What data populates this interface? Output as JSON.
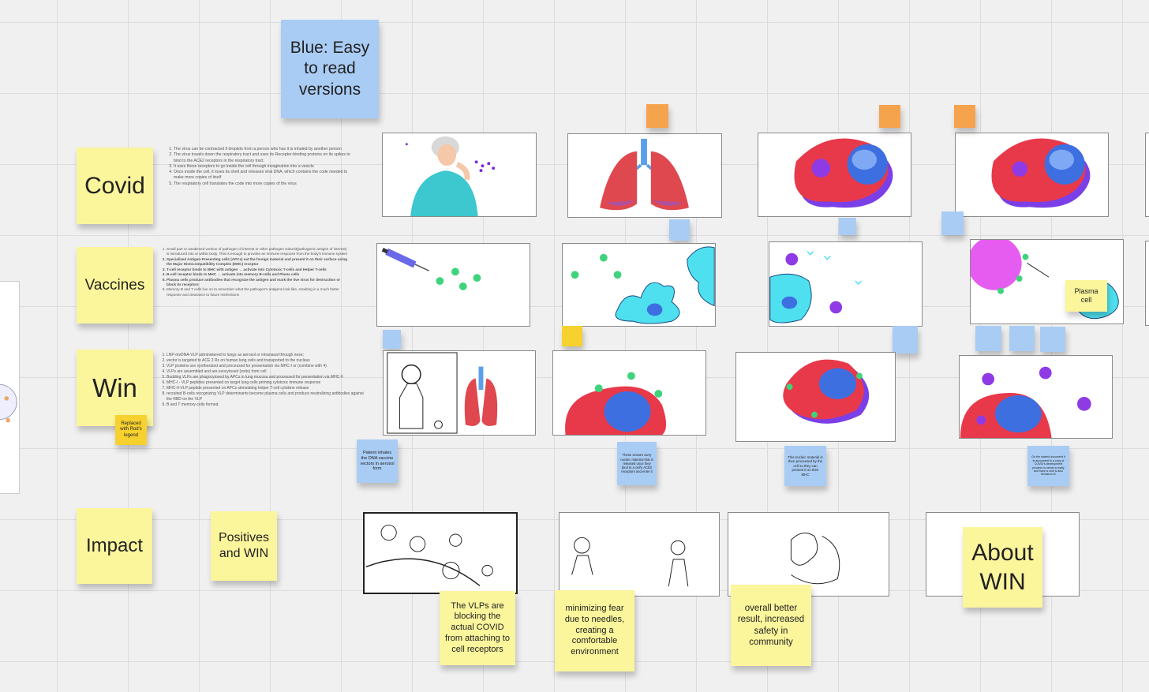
{
  "board": {
    "legend": "Blue: Easy to read versions",
    "rows": {
      "covid": "Covid",
      "vaccines": "Vaccines",
      "win": "Win",
      "impact": "Impact",
      "positives": "Positives and WIN"
    },
    "replaced_note": "Replaced with Rod's legend",
    "covid_steps": [
      "The virus can be contracted if droplets from a person who has it is inhaled by another person",
      "The virus travels down the respiratory tract and uses its Receptor-binding proteins on its spikes to bind to the ACE2 receptors in the respiratory tract.",
      "It uses these receptors to go inside the cell through invagination into a vesicle",
      "Once inside the cell, it loses its shell and releases viral DNA, which contains the code needed to make more copies of itself",
      "The respiratory cell translates the code into more copies of the virus"
    ],
    "vaccine_steps": [
      "Small part or weakened version of pathogen of interest or other pathogen subunit(pathogenic antigen of interest) is introduced into or within body. This is enough to provoke an immune response from the body's immune system",
      "Specialized Antigen-Presenting cells (APCs) eat the foreign material and present it on their surface using the Major Histocompatibility Complex (MHC) receptor",
      "T-cell receptor binds to MHC with antigen → activate into Cytotoxic T-cells and Helper T-cells",
      "B-cell receptor binds to MHC → activate into memory B-cells and Plama cells",
      "Plasma cells produce antibodies that recognize the antigen and mark the live virus for destruction or block its receptors",
      "Memory B and T cells live on to remember what the pathogen's antigens look like, resulting in a much faster response and clearance to future reinfections"
    ],
    "win_steps": [
      "LNP-mvDNA-VLP administered to lungs as aerosol or intranasal through nose;",
      "vector is targeted to ACE 2 Rs on human lung cells and transported to the nucleus",
      "VLP proteins are synthesized and processed for presentation via MHC-I or (combine with 4)",
      "VLPs are assembled and are exocytosed (exits) from cell",
      "Budding VLPs are phagocytosed by APCs in lung mucosa and processed for presentation via MHC-II",
      "MHC-I - VLP peptides presented on target lung cells priming cytotoxic immune response",
      "MHC-II-VLP peptide presented on APCs stimulating helper T-cell cytokine release",
      "recruited B-cells recognizing VLP determinants become plasma cells and produce neutralizing antibodies against the RBD on the VLP",
      "B and T memory-cells formed."
    ],
    "win_blue_notes": [
      "Patient inhales the DNA vaccine vectors in aerosol form",
      "These vectors carry nucleic material that is released once they bind to a cell's ACE2 receptors and enter it",
      "This nucleic material is then processed by the cell so they can present it on their MHC",
      "On the started document it is accounted to a copy of COVID's development process in needs a ready and have a core & also threats to B"
    ],
    "plasma_label": "Plasma cell",
    "impact_notes": [
      "The VLPs are blocking the actual COVID from attaching to cell receptors",
      "minimizing fear due to needles, creating a comfortable environment",
      "overall better result, increased safety in community"
    ],
    "about": "About WIN",
    "colors": {
      "sticky_yellow": "#fbf59c",
      "sticky_blue": "#a9ccf4",
      "sticky_orange": "#f6a34e",
      "cell_red": "#e8394a",
      "nucleus_blue": "#3d6fe0",
      "virus_purple": "#8e3be6",
      "apc_cyan": "#4ee0ef",
      "antibody_green": "#3fd37c"
    }
  }
}
